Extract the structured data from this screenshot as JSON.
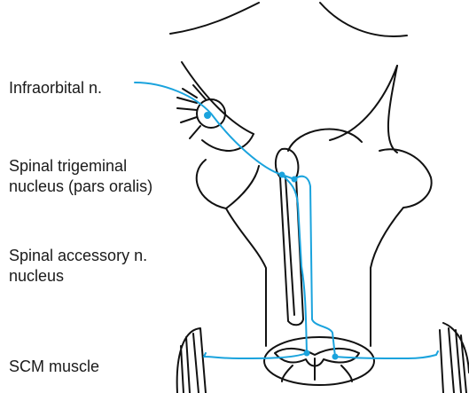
{
  "labels": {
    "infraorbital": "Infraorbital n.",
    "trigeminal_line1": "Spinal trigeminal",
    "trigeminal_line2": "nucleus (pars oralis)",
    "accessory_line1": "Spinal accessory n.",
    "accessory_line2": "nucleus",
    "scm": "SCM muscle"
  },
  "colors": {
    "pathway": "#1aa3dd",
    "outline": "#111111",
    "text": "#1a1a1a",
    "background": "#ffffff"
  }
}
